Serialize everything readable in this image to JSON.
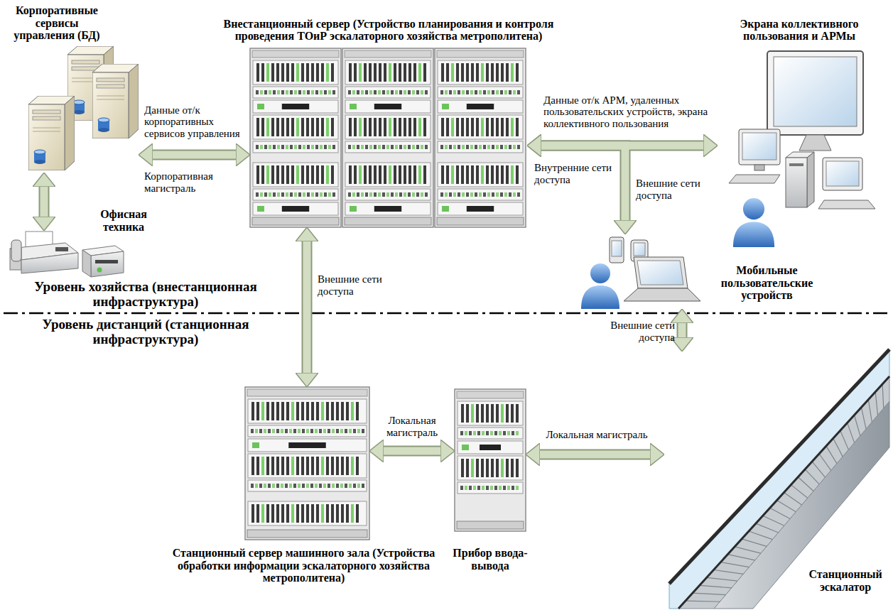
{
  "diagram": {
    "nodes": [
      {
        "text": [
          "Корпоративные сервисы управления (БД)"
        ]
      },
      {
        "text": [
          "Внестанционный сервер (Устройство планирования и контроля проведения ТОиР эскалаторного хозяйства метрополитена)"
        ]
      },
      {
        "text": [
          "Экрана коллективного пользования и АРМы"
        ]
      },
      {
        "text": [
          "Офисная техника"
        ]
      },
      {
        "text": [
          "Мобильные пользовательские устройств"
        ]
      },
      {
        "text": [
          "Станционный сервер машинного зала (Устройства обработки информации эскалаторного хозяйства метрополитена)"
        ]
      },
      {
        "text": [
          "Прибор ввода-вывода"
        ]
      },
      {
        "text": [
          "Станционный эскалатор"
        ]
      }
    ],
    "edges": [
      {
        "from": 0,
        "to": 1,
        "arrow": "both",
        "label": "Данные от/к корпоративных сервисов управления"
      },
      {
        "from": 0,
        "to": 3,
        "arrow": "both"
      },
      {
        "from": 1,
        "to": 2,
        "arrow": "both",
        "label": "Данные от/к АРМ, удаленных пользовательских устройств, экрана коллективного пользования"
      },
      {
        "from": 1,
        "to": 4,
        "arrow": "both",
        "label": "Внешние сети доступа"
      },
      {
        "from": 1,
        "to": 5,
        "arrow": "both",
        "label": "Внешние сети доступа"
      },
      {
        "from": 4,
        "to": 7,
        "arrow": "both",
        "label": "Внешние сети доступа"
      },
      {
        "from": 5,
        "to": 6,
        "arrow": "both",
        "label": "Локальная магистраль"
      },
      {
        "from": 6,
        "to": 7,
        "arrow": "both",
        "label": "Локальная магистраль"
      }
    ],
    "labels": [
      "Корпоративная магистраль",
      "Внутренние сети доступа",
      "Уровень хозяйства (внестанционная инфраструктура)",
      "Уровень дистанций (станционная инфраструктура)"
    ]
  }
}
